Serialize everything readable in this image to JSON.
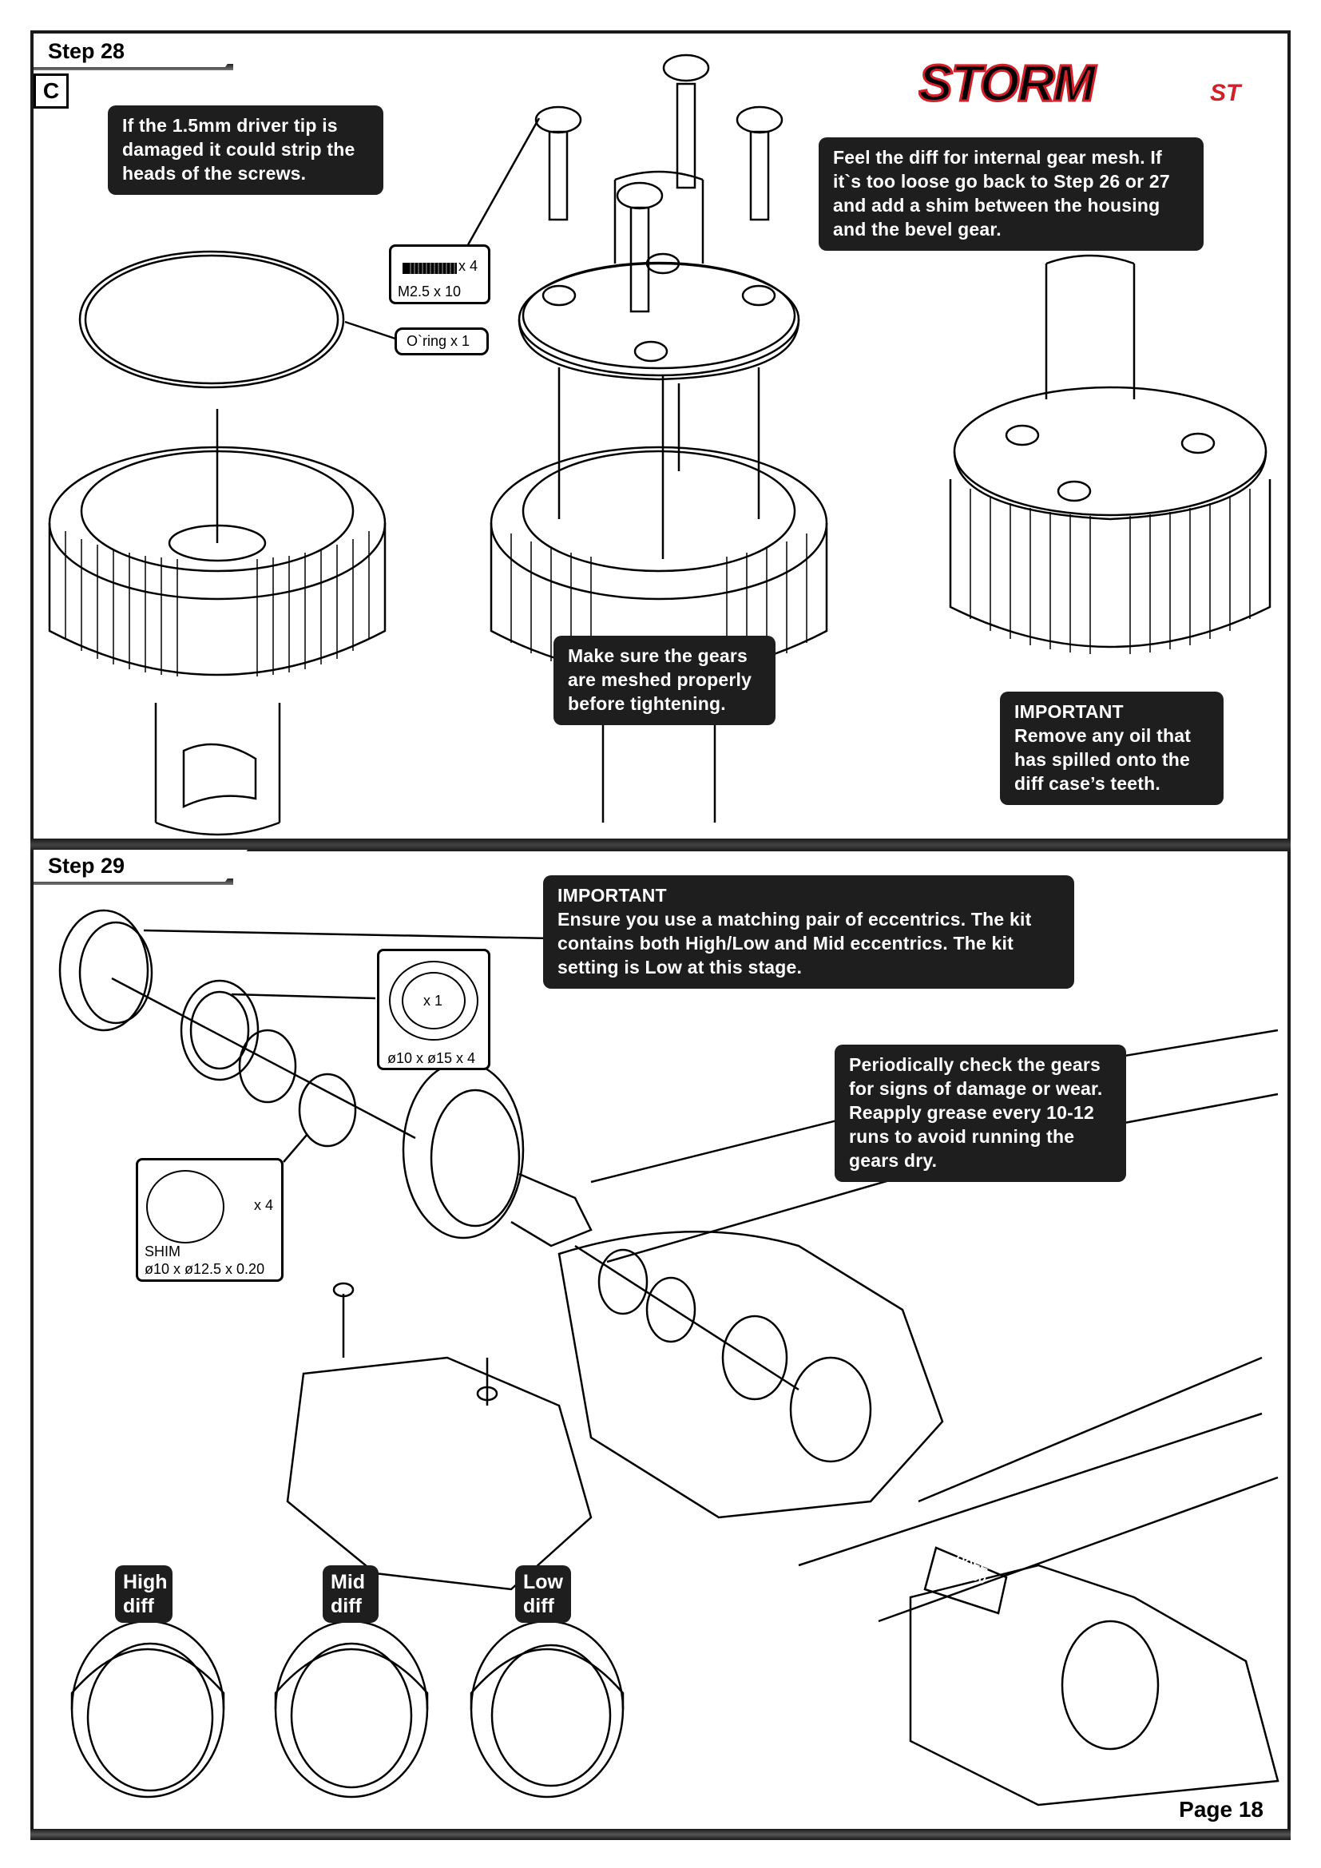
{
  "brand": {
    "logo_text": "STORM",
    "logo_suffix": "ST"
  },
  "step28": {
    "title": "Step 28",
    "sub_letter": "C",
    "note_driver_tip": "If the 1.5mm driver tip is damaged it could strip the heads of the screws.",
    "note_gear_mesh": "Feel the diff for internal gear mesh. If it`s too loose go back to Step 26 or 27 and add a shim between the housing and the bevel gear.",
    "note_meshed": "Make sure the gears are meshed properly before tightening.",
    "note_important_title": "IMPORTANT",
    "note_important_body": "Remove any oil that has spilled onto the diff case’s teeth.",
    "screw_qty": "x 4",
    "screw_size": "M2.5 x 10",
    "oring_label": "O`ring  x 1"
  },
  "step29": {
    "title": "Step 29",
    "note_important_title": "IMPORTANT",
    "note_important_body": "Ensure you use a matching pair of eccentrics. The kit contains both High/Low and Mid eccentrics. The kit setting is Low at this stage.",
    "note_periodic": "Periodically check the gears for signs of damage or wear. Reapply grease every 10-12 runs to avoid running the gears dry.",
    "bearing_qty": "x 1",
    "bearing_size": "ø10 x ø15 x 4",
    "shim_qty": "x 4",
    "shim_name": "SHIM",
    "shim_size": "ø10 x ø12.5 x 0.20",
    "grease_label_line1": "AXLE",
    "grease_label_line2": "U1300",
    "diff_labels": [
      {
        "line1": "High",
        "line2": "diff"
      },
      {
        "line1": "Mid",
        "line2": "diff"
      },
      {
        "line1": "Low",
        "line2": "diff"
      }
    ]
  },
  "footer": {
    "page": "Page 18"
  },
  "colors": {
    "logo_red": "#d0202a",
    "callout_bg": "#1e1e1e",
    "frame": "#1a1a1a"
  }
}
